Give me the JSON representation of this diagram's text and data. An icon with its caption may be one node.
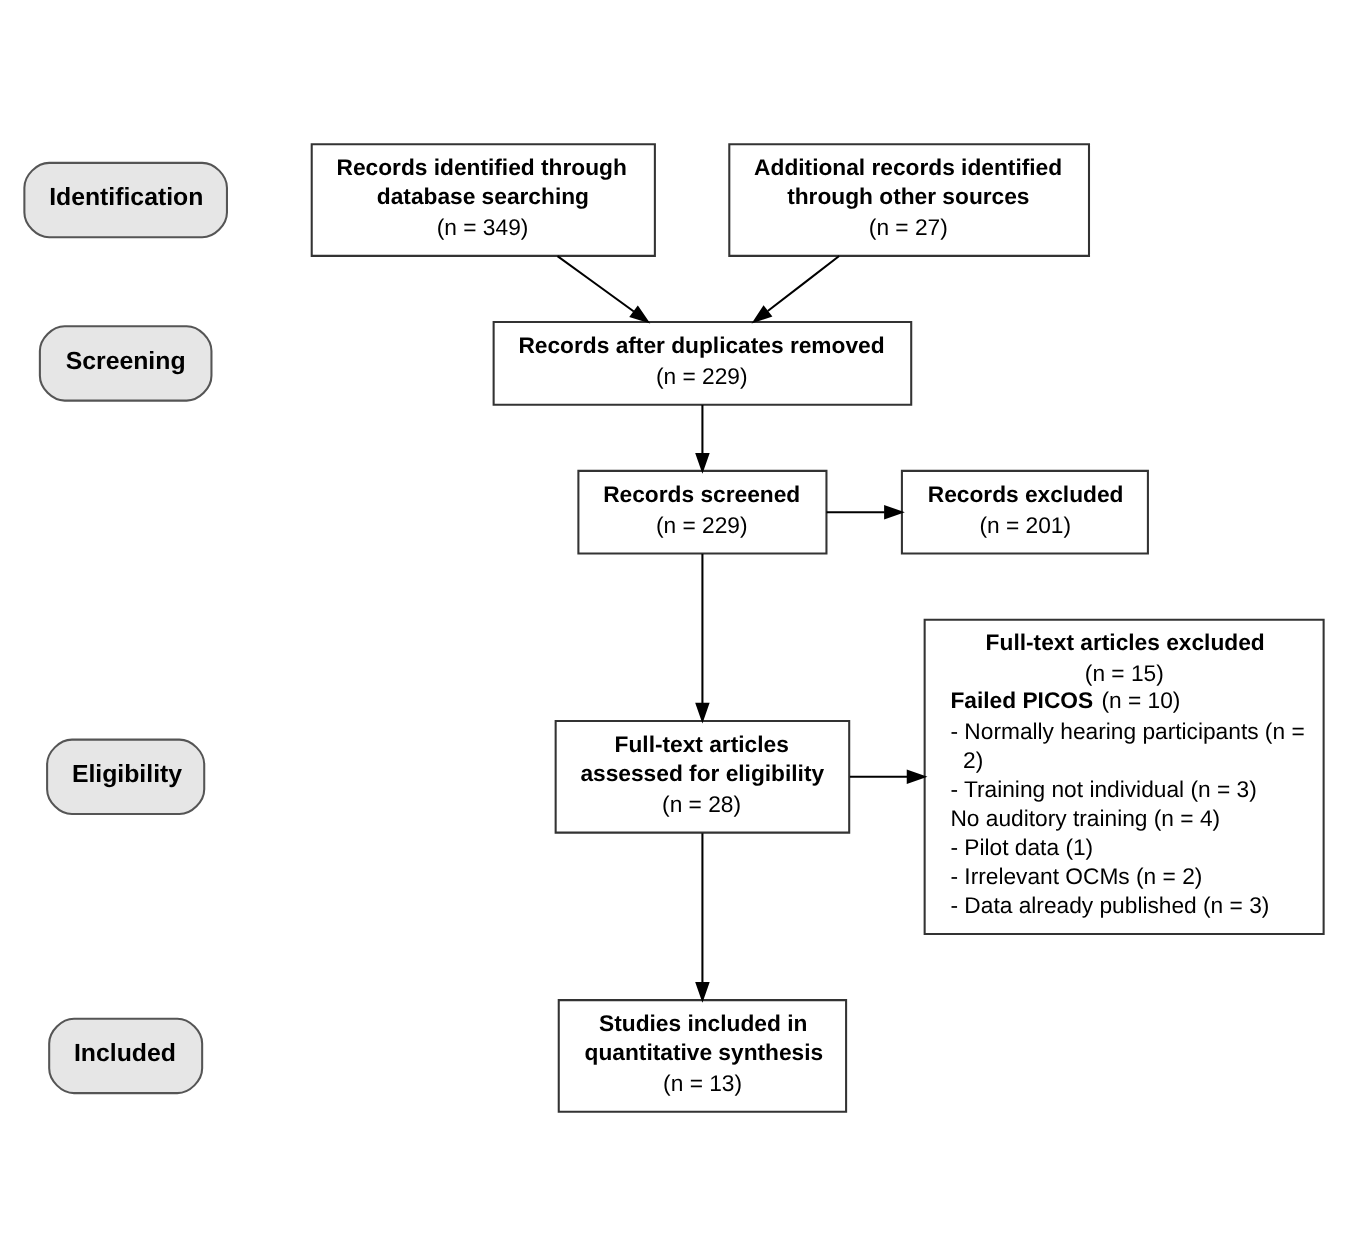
{
  "diagram": {
    "nodes": [
      {
        "text": [
          "Identification"
        ]
      },
      {
        "text": [
          "Screening"
        ]
      },
      {
        "text": [
          "Eligibility"
        ]
      },
      {
        "text": [
          "Included"
        ]
      },
      {
        "text": [
          "Records identified through database searching",
          "(n = 349)"
        ]
      },
      {
        "text": [
          "Additional records identified through other sources",
          "(n = 27)"
        ]
      },
      {
        "text": [
          "Records after duplicates removed",
          "(n = 229)"
        ]
      },
      {
        "text": [
          "Records screened",
          "(n = 229)"
        ]
      },
      {
        "text": [
          "Records excluded",
          "(n = 201)"
        ]
      },
      {
        "text": [
          "Full-text articles assessed for eligibility",
          "(n = 28)"
        ]
      },
      {
        "text": [
          "Full-text articles excluded",
          "(n = 15)",
          "**Failed PICOS** (n = 10)",
          "- Normally hearing participants (n = 2)",
          "- Training not individual (n = 3)",
          "No auditory training (n = 4)",
          "- Pilot data (1)",
          "- Irrelevant OCMs (n = 2)",
          "- Data already published (n = 3)"
        ]
      },
      {
        "text": [
          "Studies included in quantitative synthesis",
          "(n = 13)"
        ]
      }
    ],
    "edges": [
      {
        "from": 4,
        "to": 6,
        "arrow": "to"
      },
      {
        "from": 5,
        "to": 6,
        "arrow": "to"
      },
      {
        "from": 6,
        "to": 7,
        "arrow": "to"
      },
      {
        "from": 7,
        "to": 8,
        "arrow": "to"
      },
      {
        "from": 7,
        "to": 9,
        "arrow": "to"
      },
      {
        "from": 9,
        "to": 10,
        "arrow": "to"
      },
      {
        "from": 9,
        "to": 11,
        "arrow": "to"
      }
    ]
  }
}
